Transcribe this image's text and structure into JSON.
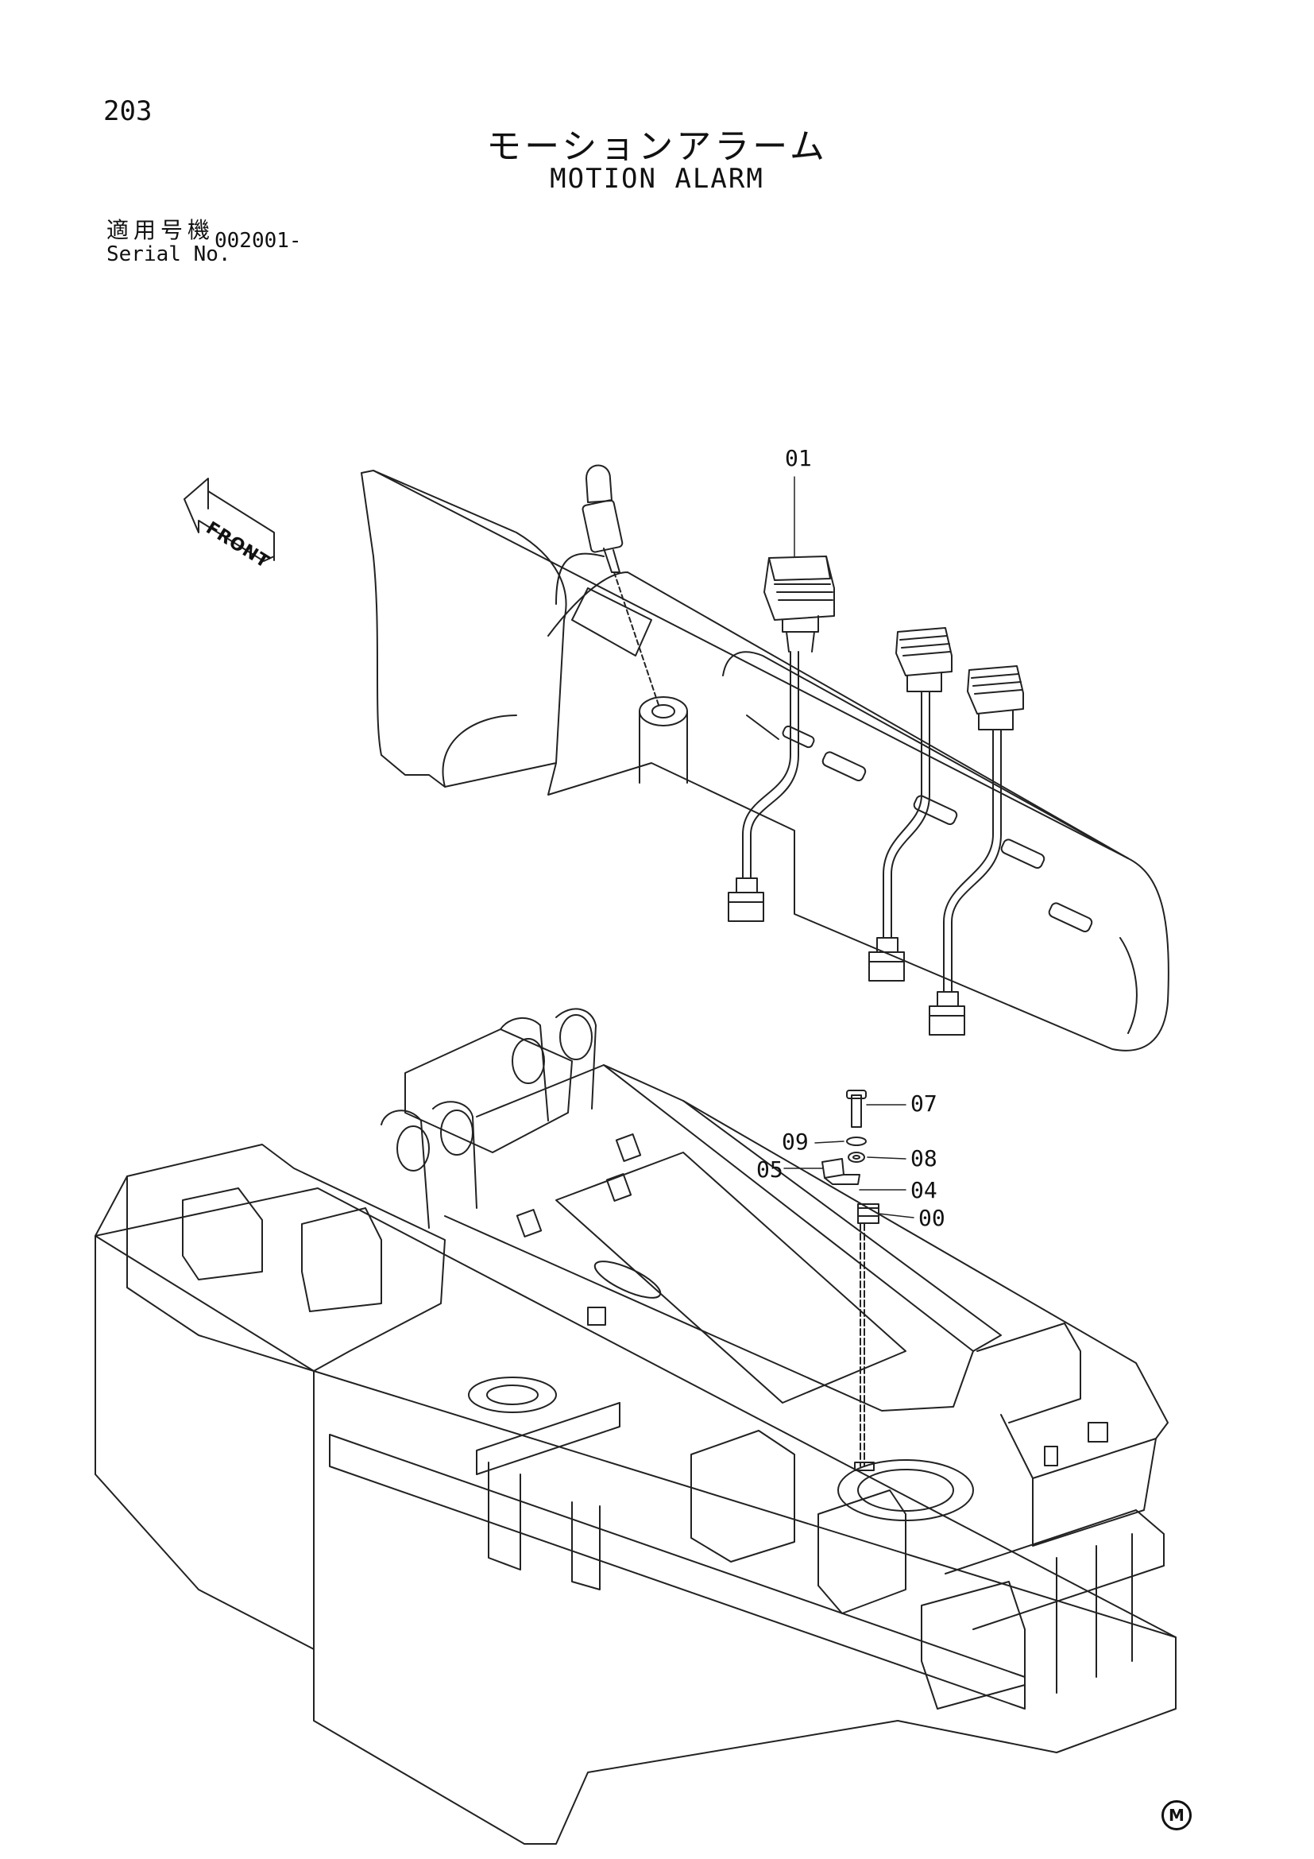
{
  "page": {
    "number": "203"
  },
  "title": {
    "japanese": "モーションアラーム",
    "english": "MOTION ALARM"
  },
  "serial": {
    "label_jp": "適用号機",
    "label_en": "Serial No.",
    "value": "002001-"
  },
  "front_label": "FRONT",
  "callouts": [
    {
      "id": "01",
      "text": "01"
    },
    {
      "id": "07",
      "text": "07"
    },
    {
      "id": "09",
      "text": "09"
    },
    {
      "id": "08",
      "text": "08"
    },
    {
      "id": "05",
      "text": "05"
    },
    {
      "id": "04",
      "text": "04"
    },
    {
      "id": "00",
      "text": "00"
    }
  ],
  "footer_mark": "M"
}
